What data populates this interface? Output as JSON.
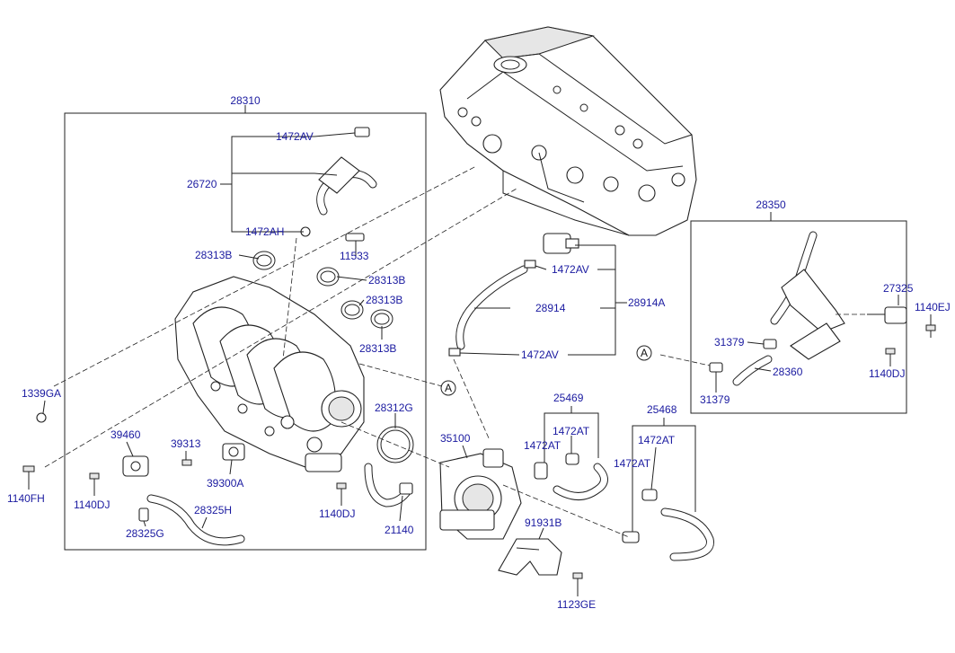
{
  "labels": {
    "l28310": "28310",
    "l1472AV_top": "1472AV",
    "l26720": "26720",
    "l1472AH": "1472AH",
    "l28313B_1": "28313B",
    "l11533": "11533",
    "l28313B_2": "28313B",
    "l28313B_3": "28313B",
    "l28313B_4": "28313B",
    "l1339GA": "1339GA",
    "l28312G": "28312G",
    "l39460": "39460",
    "l39313": "39313",
    "l39300A": "39300A",
    "l1140FH": "1140FH",
    "l1140DJ_left": "1140DJ",
    "l28325H": "28325H",
    "l28325G": "28325G",
    "l1140DJ_mid": "1140DJ",
    "l21140": "21140",
    "l1472AV_mid": "1472AV",
    "l28914": "28914",
    "l28914A": "28914A",
    "l1472AV_low": "1472AV",
    "l35100": "35100",
    "l25469": "25469",
    "l1472AT_a": "1472AT",
    "l1472AT_b": "1472AT",
    "l25468": "25468",
    "l1472AT_c": "1472AT",
    "l1472AT_d": "1472AT",
    "l91931B": "91931B",
    "l1123GE": "1123GE",
    "l28350": "28350",
    "l27325": "27325",
    "l1140EJ": "1140EJ",
    "l31379_top": "31379",
    "l28360": "28360",
    "l31379_bot": "31379",
    "l1140DJ_right": "1140DJ",
    "refA_mid": "A",
    "refA_right": "A"
  }
}
